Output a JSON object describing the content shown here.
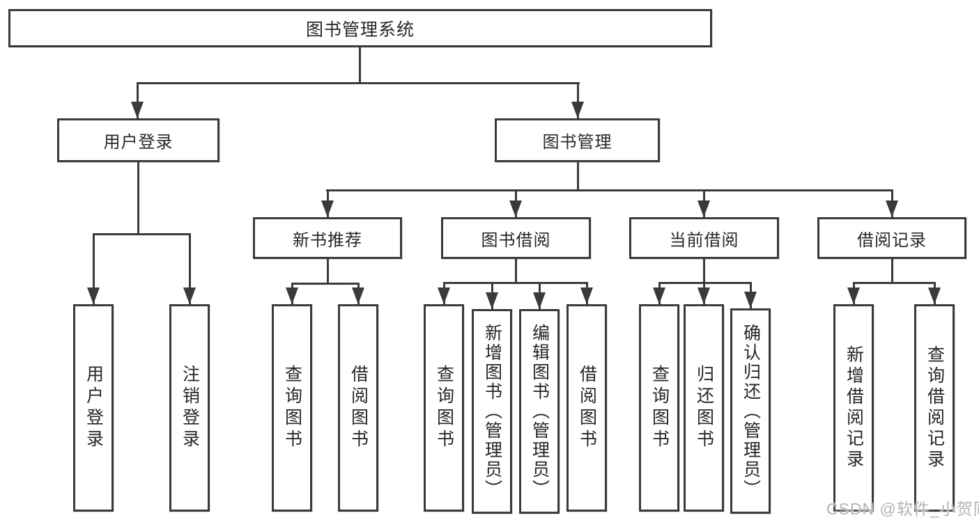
{
  "diagram": {
    "root": "图书管理系统",
    "branches": [
      {
        "label": "用户登录",
        "children": [
          "用户登录",
          "注销登录"
        ]
      },
      {
        "label": "图书管理"
      }
    ],
    "modules": [
      {
        "label": "新书推荐",
        "children": [
          "查询图书",
          "借阅图书"
        ]
      },
      {
        "label": "图书借阅",
        "children": [
          "查询图书",
          "新增图书（管理员）",
          "编辑图书（管理员）",
          "借阅图书"
        ]
      },
      {
        "label": "当前借阅",
        "children": [
          "查询图书",
          "归还图书",
          "确认归还（管理员）"
        ]
      },
      {
        "label": "借阅记录",
        "children": [
          "新增借阅记录",
          "查询借阅记录"
        ]
      }
    ]
  },
  "watermark": "CSDN @软件_小贺同学",
  "colors": {
    "line": "#3a3a3a",
    "text": "#262626",
    "watermark": "#b3b3b3",
    "background": "#ffffff"
  }
}
